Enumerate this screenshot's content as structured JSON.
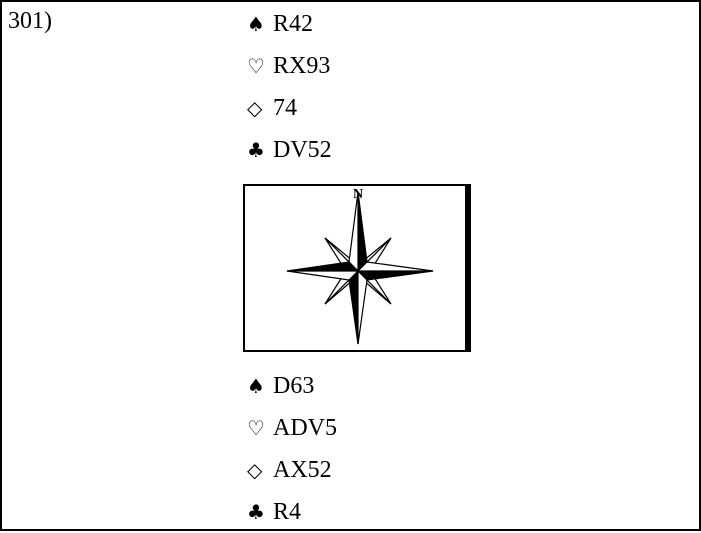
{
  "deal": {
    "number": "301)",
    "north": [
      {
        "suit": "spade-icon",
        "symbol": "♠",
        "cards": "R42"
      },
      {
        "suit": "heart-icon",
        "symbol": "♡",
        "cards": "RX93"
      },
      {
        "suit": "diamond-icon",
        "symbol": "◇",
        "cards": "74"
      },
      {
        "suit": "club-icon",
        "symbol": "♣",
        "cards": "DV52"
      }
    ],
    "compass": {
      "label": "N"
    },
    "south": [
      {
        "suit": "spade-icon",
        "symbol": "♠",
        "cards": "D63"
      },
      {
        "suit": "heart-icon",
        "symbol": "♡",
        "cards": "ADV5"
      },
      {
        "suit": "diamond-icon",
        "symbol": "◇",
        "cards": "AX52"
      },
      {
        "suit": "club-icon",
        "symbol": "♣",
        "cards": "R4"
      }
    ]
  }
}
